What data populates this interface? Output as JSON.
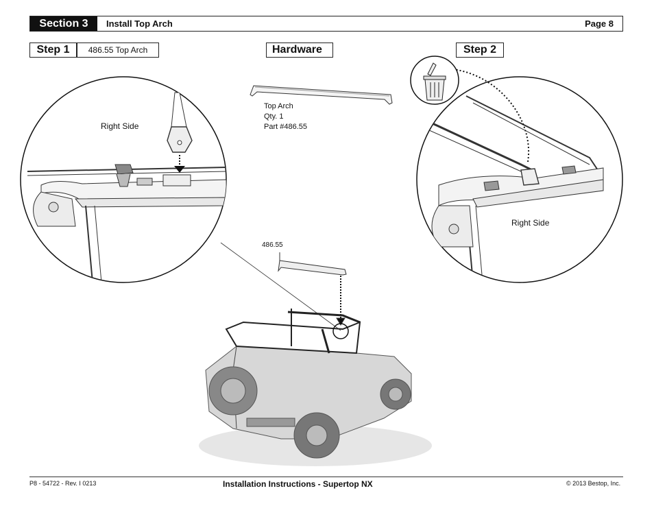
{
  "header": {
    "section_label": "Section 3",
    "section_title": "Install Top Arch",
    "page": "Page 8"
  },
  "step1": {
    "label": "Step 1",
    "part": "486.55 Top Arch",
    "detail_label": "Right Side"
  },
  "hardware": {
    "label": "Hardware",
    "name": "Top Arch",
    "qty": "Qty. 1",
    "part_number": "Part #486.55"
  },
  "step2": {
    "label": "Step 2",
    "detail_label": "Right Side",
    "trash_icon": "trash-can-icon"
  },
  "main_callout": "486.55",
  "footer": {
    "left": "P8 - 54722 - Rev. I 0213",
    "center": "Installation Instructions - Supertop NX",
    "right": "© 2013 Bestop, Inc."
  }
}
